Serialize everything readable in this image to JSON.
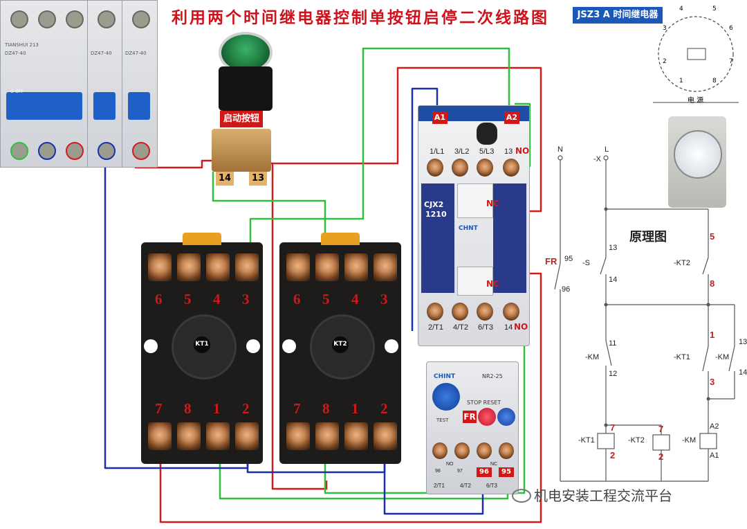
{
  "title": "利用两个时间继电器控制单按钮启停二次线路图",
  "relay_model_title": "JSZ3 A 时间继电器",
  "principle_label": "原理图",
  "watermark": "机电安装工程交流平台",
  "start_button_label": "启动按钮",
  "button_terminals": [
    "14",
    "13"
  ],
  "breakers": {
    "brand": "TIANSHUI 213",
    "models": [
      "DZ47-40",
      "DZ47-40",
      "DZ47-40"
    ],
    "switch_label": "O-OFF"
  },
  "kt1": {
    "name": "KT1",
    "top_numbers": [
      "6",
      "5",
      "4",
      "3"
    ],
    "bottom_numbers": [
      "7",
      "8",
      "1",
      "2"
    ]
  },
  "kt2": {
    "name": "KT2",
    "top_numbers": [
      "6",
      "5",
      "4",
      "3"
    ],
    "bottom_numbers": [
      "7",
      "8",
      "1",
      "2"
    ]
  },
  "contactor": {
    "coil_left": "A1",
    "coil_right": "A2",
    "top_labels": [
      "1/L1",
      "3/L2",
      "5/L3",
      "13"
    ],
    "top_no": "NO",
    "model_a": "CJX2",
    "model_b": "1210",
    "brand": "CHNT",
    "nc_upper": "NC",
    "nc_lower": "NC",
    "bottom_labels": [
      "2/T1",
      "4/T2",
      "6/T3",
      "14"
    ],
    "bottom_no": "NO"
  },
  "thermal_relay": {
    "brand": "CHINT",
    "model": "NR2-25",
    "fr": "FR",
    "stop_reset": "STOP RESET",
    "test": "TEST",
    "aux_labels": [
      "98",
      "97",
      "96",
      "95"
    ],
    "aux_mid": [
      "NO",
      "NC"
    ],
    "bottom_labels": [
      "2/T1",
      "4/T2",
      "6/T3"
    ],
    "red_labels": [
      "96",
      "95"
    ]
  },
  "schematic": {
    "n_label": "N",
    "l_label": "L",
    "x_label": "-X",
    "fr_label": "FR",
    "fr_numbers": [
      "95",
      "96"
    ],
    "s_label": "-S",
    "s_numbers": [
      "13",
      "14"
    ],
    "km_label": "-KM",
    "km_nc_numbers": [
      "11",
      "12"
    ],
    "kt2_label": "-KT2",
    "kt2_numbers": [
      "5",
      "8"
    ],
    "kt1_label": "-KT1",
    "kt1_numbers": [
      "1",
      "3"
    ],
    "km_no_label": "-KM",
    "km_no_numbers": [
      "13",
      "14"
    ],
    "coil_kt1": "-KT1",
    "coil_kt2": "-KT2",
    "coil_km": "-KM",
    "coil_kt1_numbers": [
      "7",
      "2"
    ],
    "coil_kt2_numbers": [
      "7",
      "2"
    ],
    "coil_km_numbers": [
      "A2",
      "A1"
    ]
  },
  "pin_diagram": {
    "pins": [
      "4",
      "5",
      "3",
      "6",
      "2",
      "7",
      "1",
      "8"
    ],
    "power_label": "电 源"
  },
  "colors": {
    "title_red": "#d0101a",
    "wire_red": "#d41a1a",
    "wire_green": "#2fbf3a",
    "wire_blue": "#1a2fae",
    "relay_blue": "#1c58b8"
  }
}
